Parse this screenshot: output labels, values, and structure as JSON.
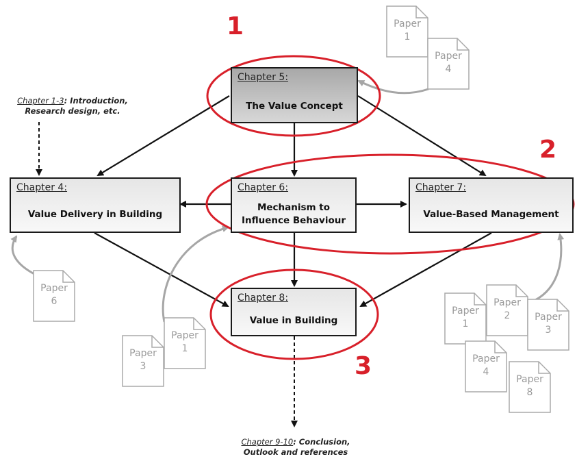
{
  "chapters": {
    "ch5": {
      "heading": "Chapter 5:",
      "title": "The Value Concept"
    },
    "ch4": {
      "heading": "Chapter 4:",
      "title": "Value Delivery in Building"
    },
    "ch6": {
      "heading": "Chapter 6:",
      "title_line1": "Mechanism to",
      "title_line2": "Influence Behaviour"
    },
    "ch7": {
      "heading": "Chapter 7:",
      "title": "Value-Based Management"
    },
    "ch8": {
      "heading": "Chapter 8:",
      "title": "Value in Building"
    }
  },
  "notes": {
    "top": {
      "ref": "Chapter 1-3",
      "line1": ": Introduction,",
      "line2": "Research design, etc."
    },
    "bottom": {
      "ref": "Chapter 9-10",
      "line1": ": Conclusion,",
      "line2": "Outlook and references"
    }
  },
  "papers": {
    "top_a": {
      "word": "Paper",
      "num": "1"
    },
    "top_b": {
      "word": "Paper",
      "num": "4"
    },
    "left": {
      "word": "Paper",
      "num": "6"
    },
    "bottom_a": {
      "word": "Paper",
      "num": "1"
    },
    "bottom_b": {
      "word": "Paper",
      "num": "3"
    },
    "right_1": {
      "word": "Paper",
      "num": "1"
    },
    "right_2": {
      "word": "Paper",
      "num": "2"
    },
    "right_3": {
      "word": "Paper",
      "num": "3"
    },
    "right_4": {
      "word": "Paper",
      "num": "4"
    },
    "right_8": {
      "word": "Paper",
      "num": "8"
    }
  },
  "markers": {
    "one": "1",
    "two": "2",
    "three": "3"
  },
  "colors": {
    "highlight": "#d8202a",
    "arrow": "#111111",
    "feedback_arrow": "#a6a6a6"
  }
}
